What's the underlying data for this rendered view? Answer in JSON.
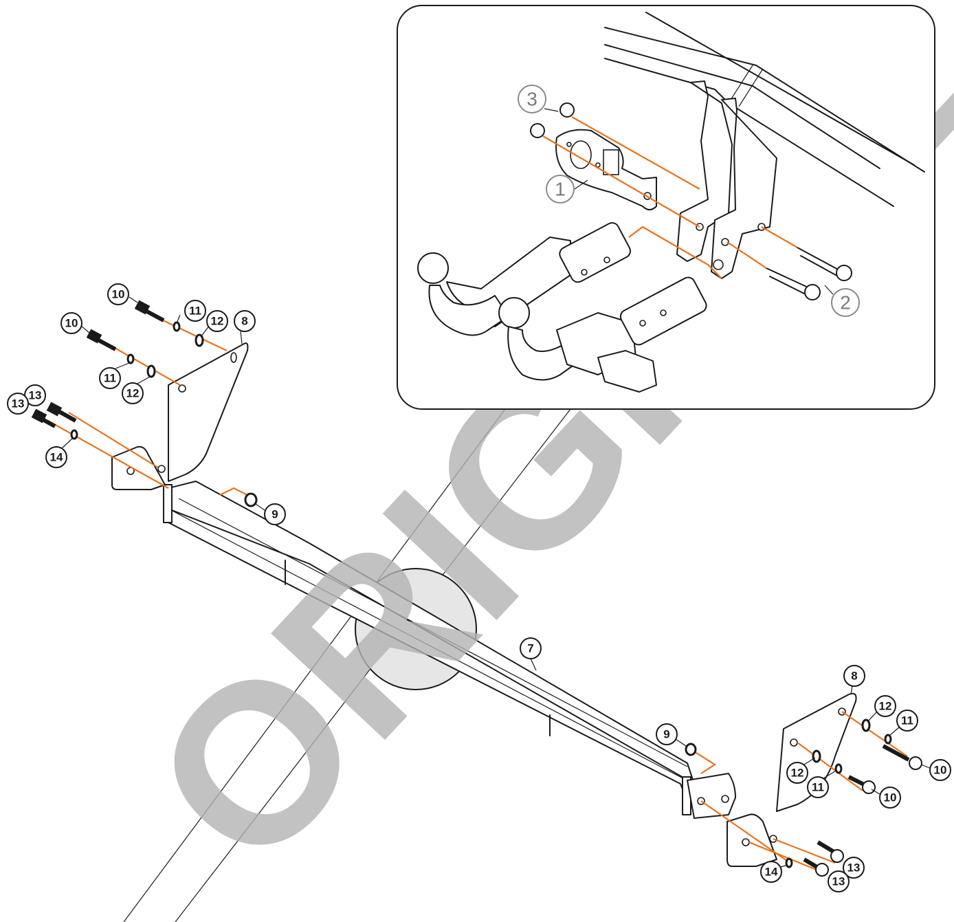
{
  "watermark": "ORIGINAL",
  "callouts": {
    "top_left": [
      "10",
      "11",
      "12",
      "8",
      "10",
      "11",
      "12",
      "13",
      "13",
      "14",
      "9"
    ],
    "bottom_right": [
      "7",
      "8",
      "12",
      "11",
      "10",
      "9",
      "12",
      "11",
      "10",
      "14",
      "13",
      "13"
    ],
    "detail": [
      "3",
      "1",
      "2"
    ]
  },
  "colors": {
    "assembly_line": "#e8731c",
    "outline": "#1a1a1a",
    "watermark": "#b3b3b3",
    "detail_callout": "#7a7a7a"
  },
  "icons": {
    "bolt": "hex-bolt-icon",
    "washer": "washer-icon",
    "nut": "hex-nut-icon",
    "tow_ball": "tow-ball-icon"
  }
}
